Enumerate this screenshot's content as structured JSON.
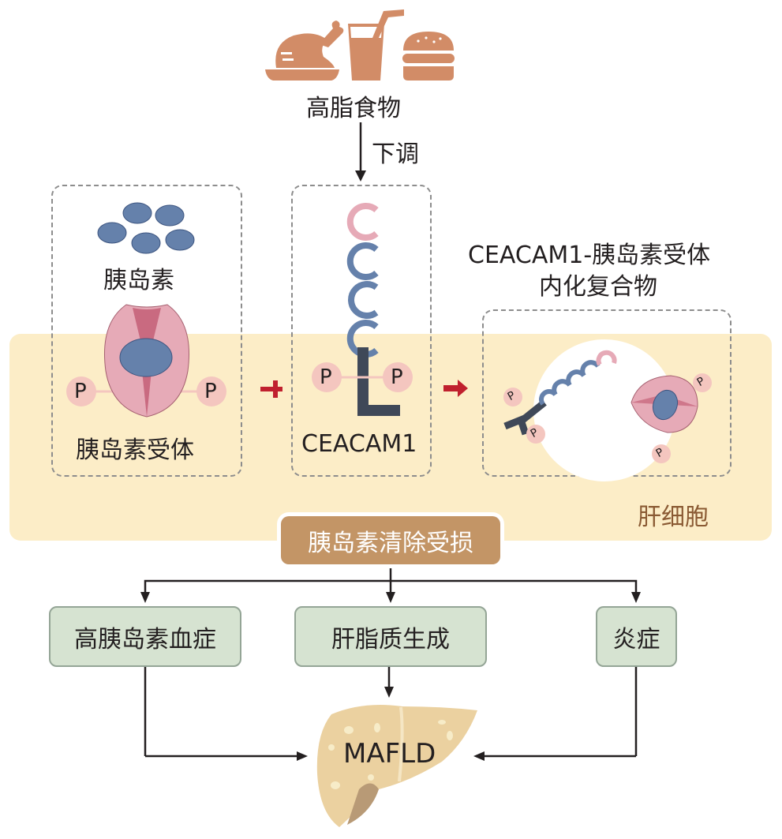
{
  "food": {
    "label": "高脂食物",
    "icons": [
      "chicken-icon",
      "drink-icon",
      "burger-icon"
    ],
    "color": "#d28c67"
  },
  "regulation": {
    "label": "下调"
  },
  "insulin": {
    "label": "胰岛素"
  },
  "insulin_receptor": {
    "label": "胰岛素受体",
    "phospho_left": "P",
    "phospho_right": "P"
  },
  "ceacam1": {
    "label": "CEACAM1",
    "phospho_left": "P",
    "phospho_right": "P"
  },
  "complex": {
    "title_line1": "CEACAM1-胰岛素受体",
    "title_line2": "内化复合物",
    "phospho": [
      "P",
      "P",
      "P",
      "P"
    ]
  },
  "hepatocyte": {
    "label": "肝细胞",
    "color": "#fcedc7"
  },
  "operators": {
    "plus": "+",
    "arrow": "→",
    "color": "#c0202e"
  },
  "clearance": {
    "label": "胰岛素清除受损",
    "color": "#c39566"
  },
  "outcomes": [
    {
      "label": "高胰岛素血症"
    },
    {
      "label": "肝脂质生成"
    },
    {
      "label": "炎症"
    }
  ],
  "result": {
    "label": "MAFLD"
  },
  "colors": {
    "insulin_blue": "#6581ab",
    "receptor_pink": "#e6aab7",
    "receptor_dark": "#c96a80",
    "phospho": "#f4c6bf",
    "ceacam_tail": "#3f4858",
    "liver": "#ebd1a0",
    "outcome_box": "#d6e3d1"
  }
}
